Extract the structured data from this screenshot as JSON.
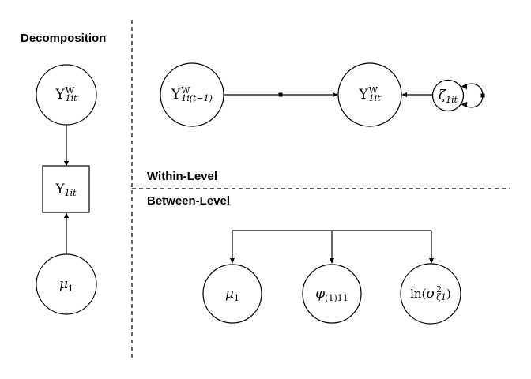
{
  "colors": {
    "ink": "#000000",
    "background": "#ffffff"
  },
  "headings": {
    "decomposition": "Decomposition",
    "within_level": "Within-Level",
    "between_level": "Between-Level"
  },
  "nodes": {
    "y_within_dec": {
      "base": "Y",
      "sup": "W",
      "sub": "1it"
    },
    "y_observed": {
      "base": "Y",
      "sub": "1it"
    },
    "mu_dec": {
      "base": "μ",
      "sub": "1"
    },
    "y_within_lag": {
      "base": "Y",
      "sup": "W",
      "sub": "1i(t−1)"
    },
    "y_within": {
      "base": "Y",
      "sup": "W",
      "sub": "1it"
    },
    "zeta_residual": {
      "base": "ζ",
      "sub": "1it"
    },
    "mu_between": {
      "base": "μ",
      "sub": "1"
    },
    "phi_between": {
      "base": "φ",
      "sub": "(1)11"
    },
    "ln_sigma_between": {
      "pre": "ln(",
      "base": "σ",
      "sup": "2",
      "sub": "ζ1",
      "post": ")"
    }
  }
}
